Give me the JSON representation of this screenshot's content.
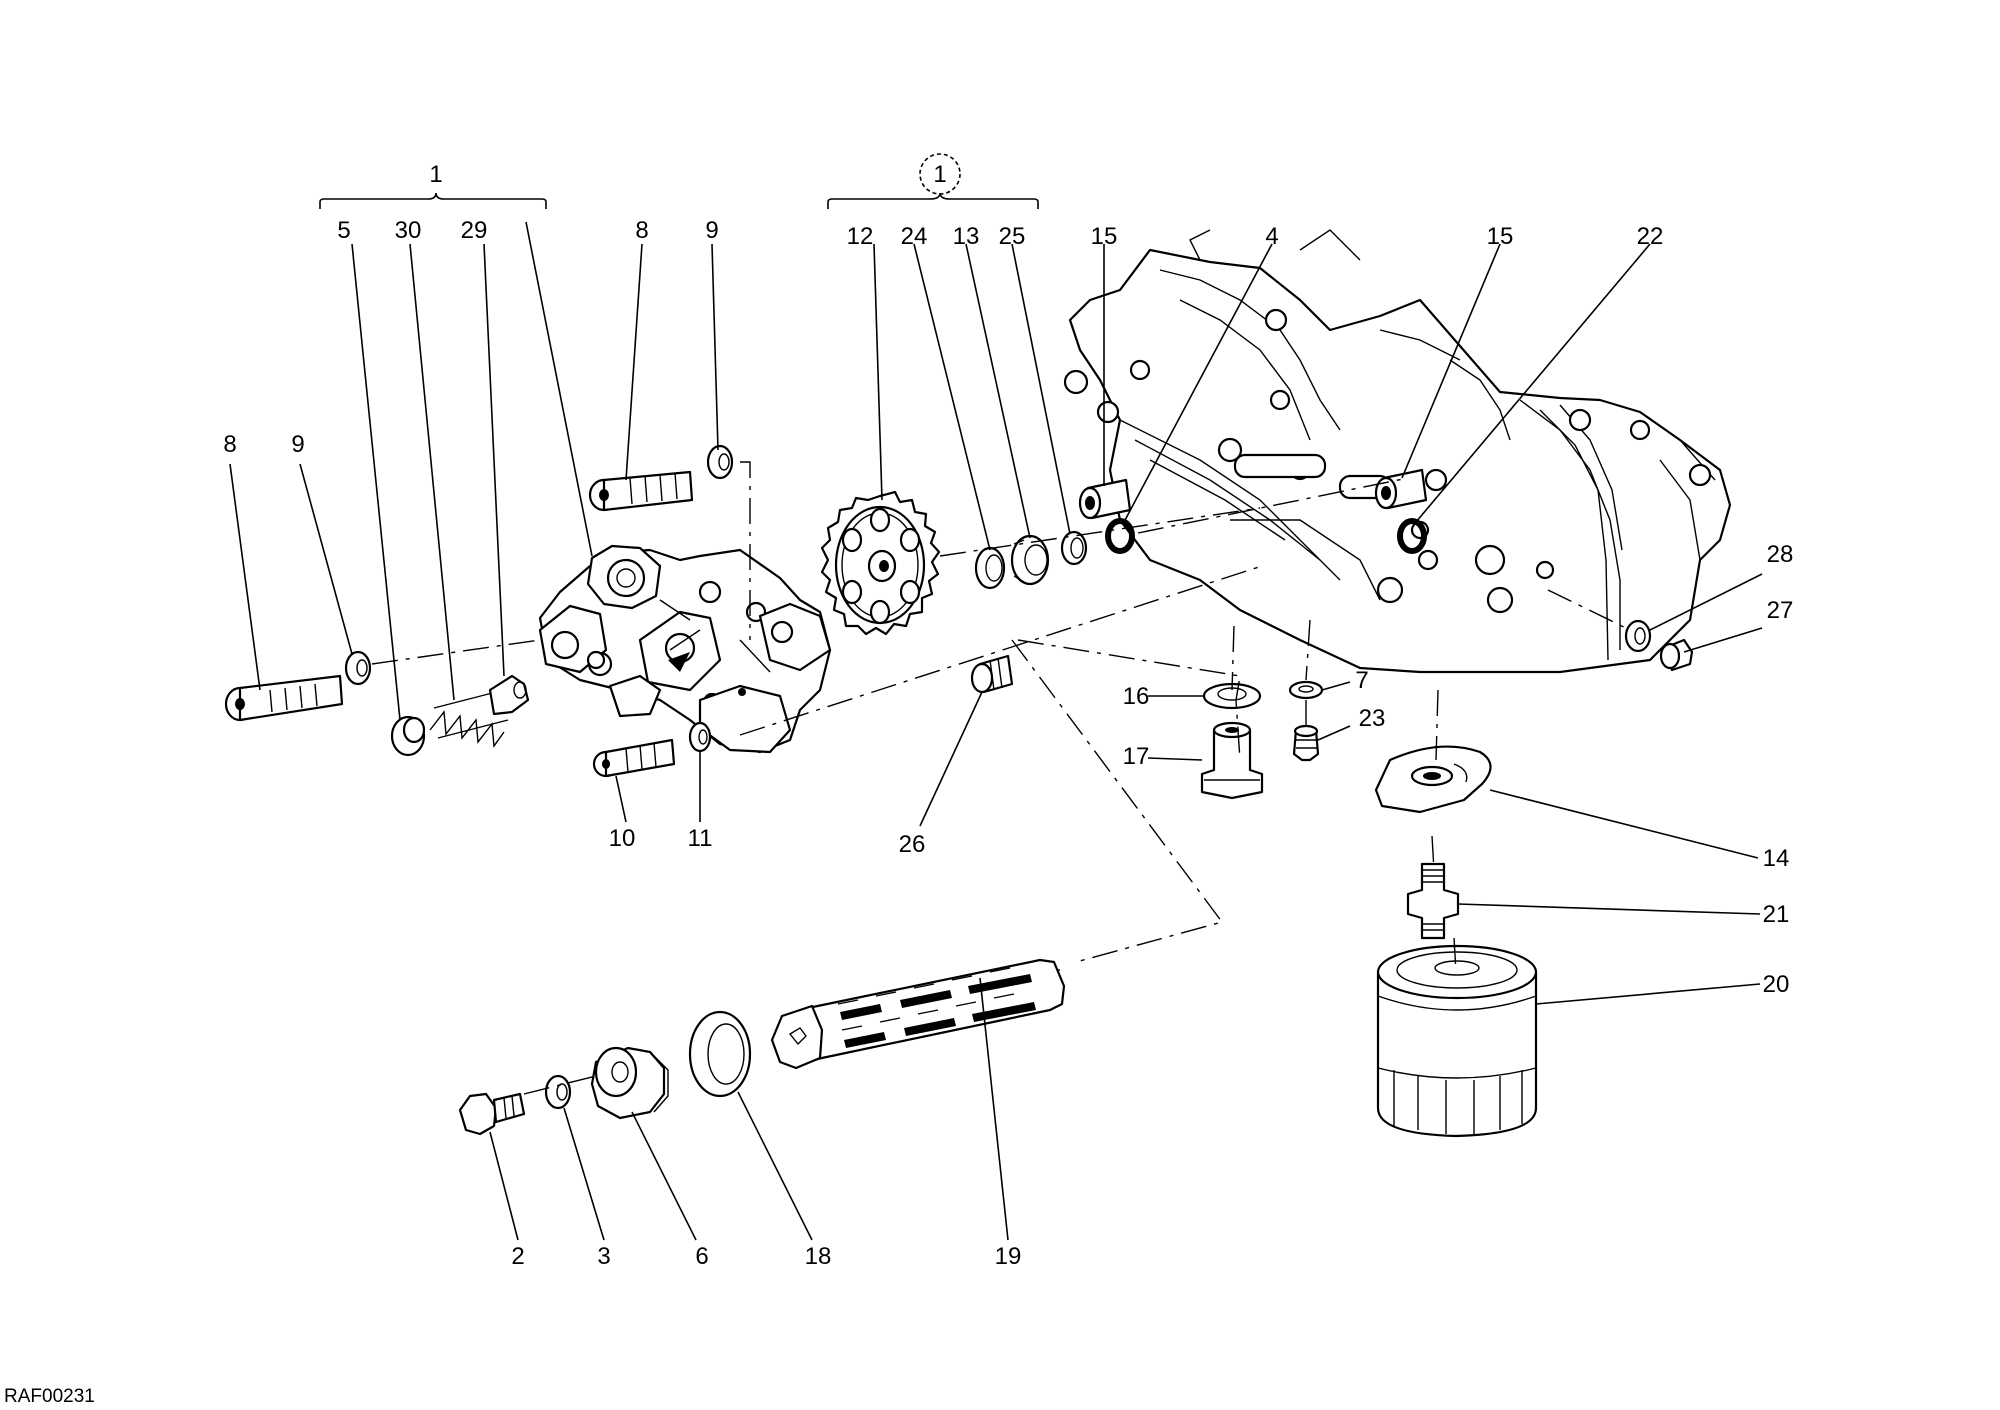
{
  "diagram": {
    "document_code": "RAF00231",
    "group_labels": {
      "pump_assembly": "1",
      "gear_set_circled": "1"
    },
    "callouts": {
      "c8a": "8",
      "c9a": "9",
      "c5": "5",
      "c30": "30",
      "c29": "29",
      "c8b": "8",
      "c9b": "9",
      "c12": "12",
      "c24": "24",
      "c13": "13",
      "c25": "25",
      "c15a": "15",
      "c4": "4",
      "c15b": "15",
      "c22": "22",
      "c28": "28",
      "c27": "27",
      "c16": "16",
      "c7": "7",
      "c17": "17",
      "c23": "23",
      "c10": "10",
      "c11": "11",
      "c26": "26",
      "c14": "14",
      "c21": "21",
      "c20": "20",
      "c2": "2",
      "c3": "3",
      "c6": "6",
      "c18": "18",
      "c19": "19"
    }
  }
}
